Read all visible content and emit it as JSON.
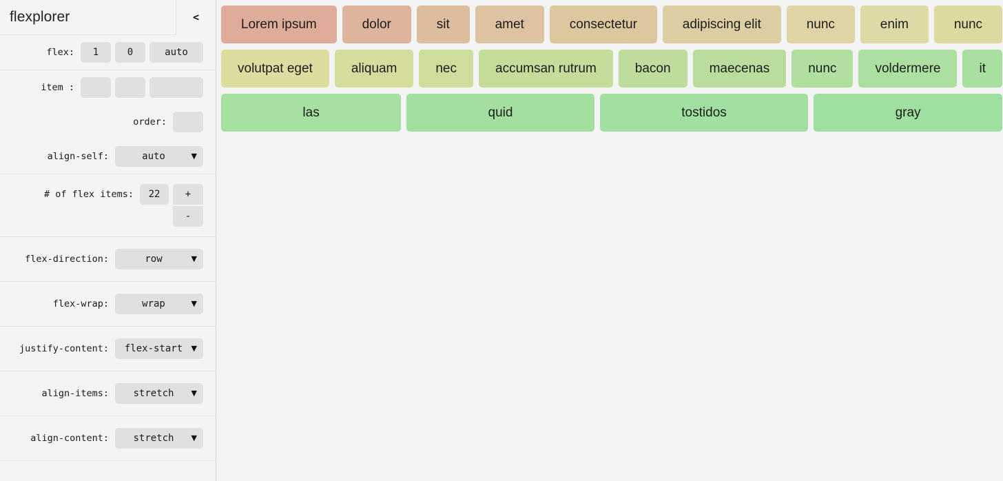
{
  "sidebar": {
    "title": "flexplorer",
    "collapse_icon": "chevron-left-icon",
    "sections": {
      "flex": {
        "label": "flex:",
        "grow": "1",
        "shrink": "0",
        "basis": "auto"
      },
      "item": {
        "label": "item :",
        "grow": "",
        "shrink": "",
        "basis": "",
        "order_label": "order:",
        "order": "",
        "align_self_label": "align-self:",
        "align_self": "auto"
      },
      "count": {
        "label": "# of flex items:",
        "value": "22",
        "plus": "+",
        "minus": "-"
      },
      "flex_direction": {
        "label": "flex-direction:",
        "value": "row"
      },
      "flex_wrap": {
        "label": "flex-wrap:",
        "value": "wrap"
      },
      "justify_content": {
        "label": "justify-content:",
        "value": "flex-start"
      },
      "align_items": {
        "label": "align-items:",
        "value": "stretch"
      },
      "align_content": {
        "label": "align-content:",
        "value": "stretch"
      }
    }
  },
  "main": {
    "items": [
      {
        "label": "Lorem ipsum",
        "color": "#dfac9a"
      },
      {
        "label": "dolor",
        "color": "#dfb49c"
      },
      {
        "label": "sit",
        "color": "#debd9f"
      },
      {
        "label": "amet",
        "color": "#ddc3a2"
      },
      {
        "label": "consectetur",
        "color": "#ddc79f"
      },
      {
        "label": "adipiscing elit",
        "color": "#ddcda2"
      },
      {
        "label": "nunc",
        "color": "#ded4a4"
      },
      {
        "label": "enim",
        "color": "#deda a6"
      },
      {
        "label": "nunc",
        "color": "#ddda9f"
      },
      {
        "label": "volutpat eget",
        "color": "#dcdd9e"
      },
      {
        "label": "aliquam",
        "color": "#d6dd9c"
      },
      {
        "label": "nec",
        "color": "#cddd9b"
      },
      {
        "label": "accumsan rutrum",
        "color": "#c5dc9b"
      },
      {
        "label": "bacon",
        "color": "#bedd9c"
      },
      {
        "label": "maecenas",
        "color": "#badd9e"
      },
      {
        "label": "nunc",
        "color": "#b0dfa0"
      },
      {
        "label": "voldermere",
        "color": "#ace0a0"
      },
      {
        "label": "it",
        "color": "#a8e0a0"
      },
      {
        "label": "las",
        "color": "#a5e0a0"
      },
      {
        "label": "quid",
        "color": "#a3e0a0"
      },
      {
        "label": "tostidos",
        "color": "#a1e0a0"
      },
      {
        "label": "gray",
        "color": "#9fe0a0"
      }
    ]
  }
}
